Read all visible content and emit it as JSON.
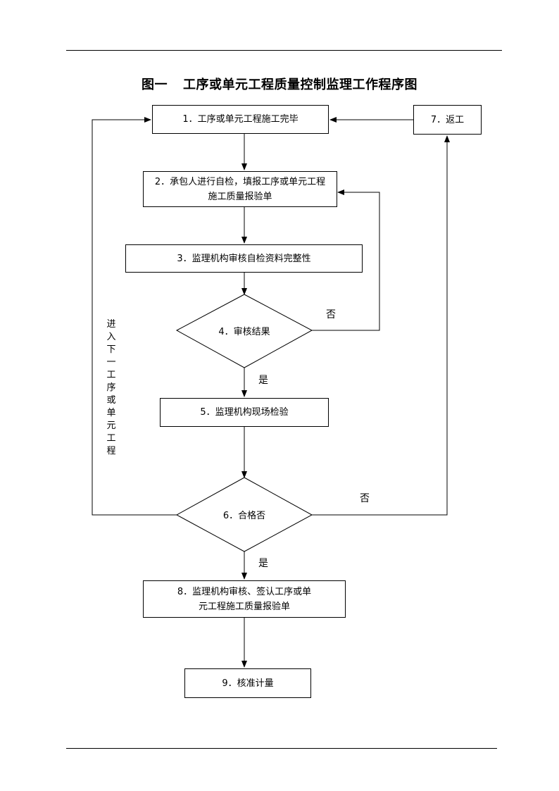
{
  "title": {
    "prefix": "图一",
    "text": "工序或单元工程质量控制监理工作程序图"
  },
  "nodes": {
    "n1": "1．工序或单元工程施工完毕",
    "n2_line1": "2．承包人进行自检，填报工序或单元工程",
    "n2_line2": "施工质量报验单",
    "n3": "3．监理机构审核自检资料完整性",
    "n4": "4．审核结果",
    "n5": "5．监理机构现场检验",
    "n6": "6．合格否",
    "n7": "7．返工",
    "n8_line1": "8．监理机构审核、签认工序或单",
    "n8_line2": "元工程施工质量报验单",
    "n9": "9．核准计量"
  },
  "edge_labels": {
    "n4_no": "否",
    "n4_yes": "是",
    "n6_no": "否",
    "n6_yes": "是",
    "side": "进入下一工序或单元工程"
  }
}
